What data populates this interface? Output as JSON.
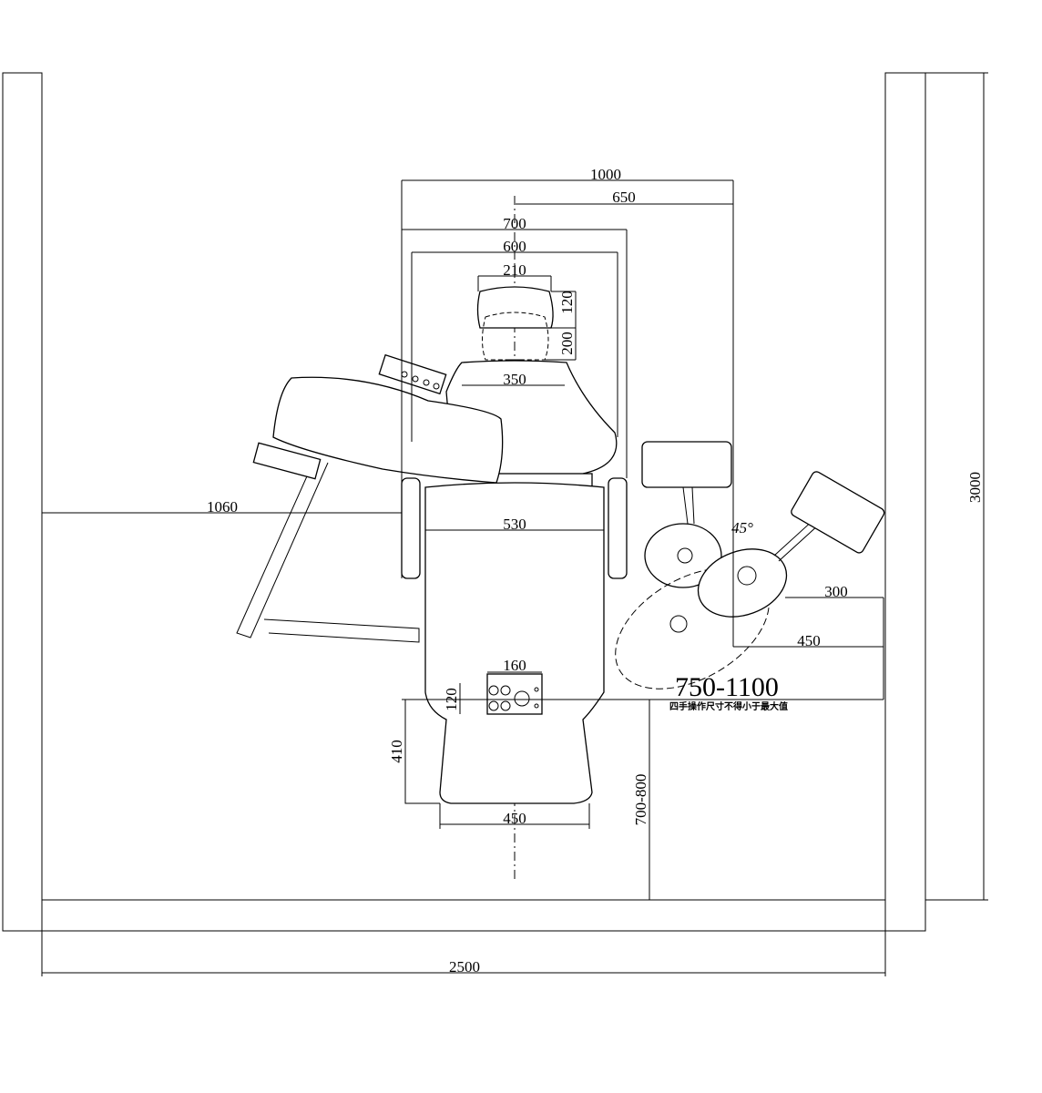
{
  "dimensions": {
    "overall_width": "1000",
    "center_to_unit": "650",
    "assistant_span": "700",
    "chair_span": "600",
    "headrest_width": "210",
    "headrest_adjust": "120",
    "headrest_height": "200",
    "backrest_top_width": "350",
    "left_clearance": "1060",
    "seat_width": "530",
    "angle": "45°",
    "tray_offset": "300",
    "unit_offset": "450",
    "operating_range": "750-1100",
    "operating_note": "四手操作尺寸不得小于最大值",
    "foot_control_width": "160",
    "foot_control_depth": "120",
    "foot_control_position": "410",
    "foot_to_wall": "700-800",
    "seat_bottom_width": "450",
    "room_depth": "3000",
    "room_width": "2500"
  }
}
